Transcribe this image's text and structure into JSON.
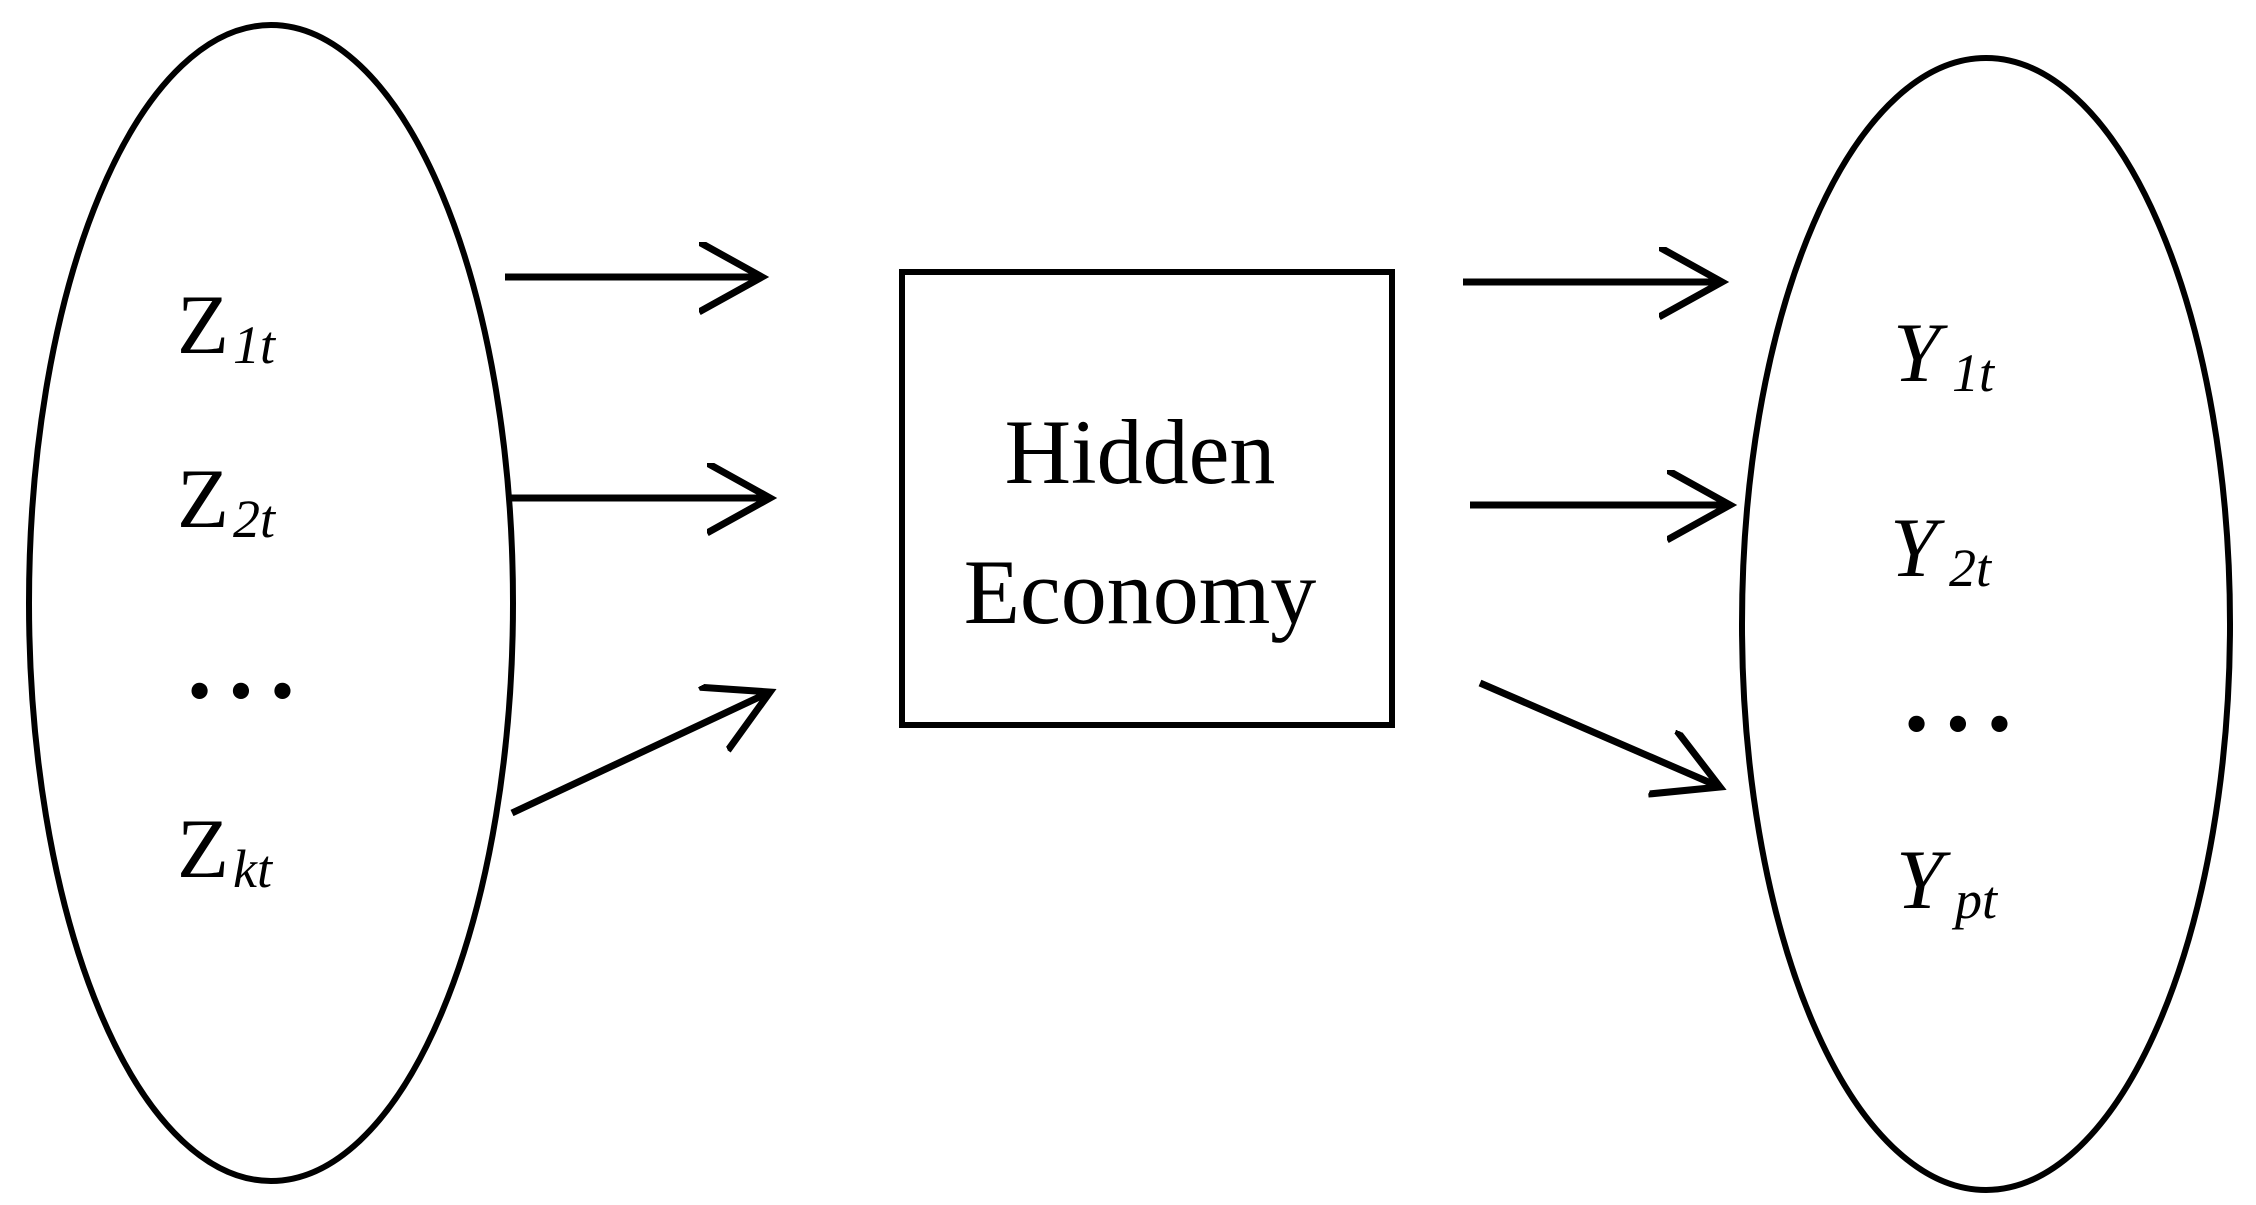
{
  "diagram": {
    "left_ellipse": {
      "variables": [
        {
          "base": "Z",
          "sub": "1t"
        },
        {
          "base": "Z",
          "sub": "2t"
        },
        {
          "base": "Z",
          "sub": "kt"
        }
      ],
      "ellipsis": "•••"
    },
    "center_box": {
      "line1": "Hidden",
      "line2": "Economy"
    },
    "right_ellipse": {
      "variables": [
        {
          "base": "Y",
          "sub": "1t"
        },
        {
          "base": "Y",
          "sub": "2t"
        },
        {
          "base": "Y",
          "sub": "pt"
        }
      ],
      "ellipsis": "•••"
    },
    "colors": {
      "stroke": "#000000",
      "background": "#ffffff"
    }
  }
}
